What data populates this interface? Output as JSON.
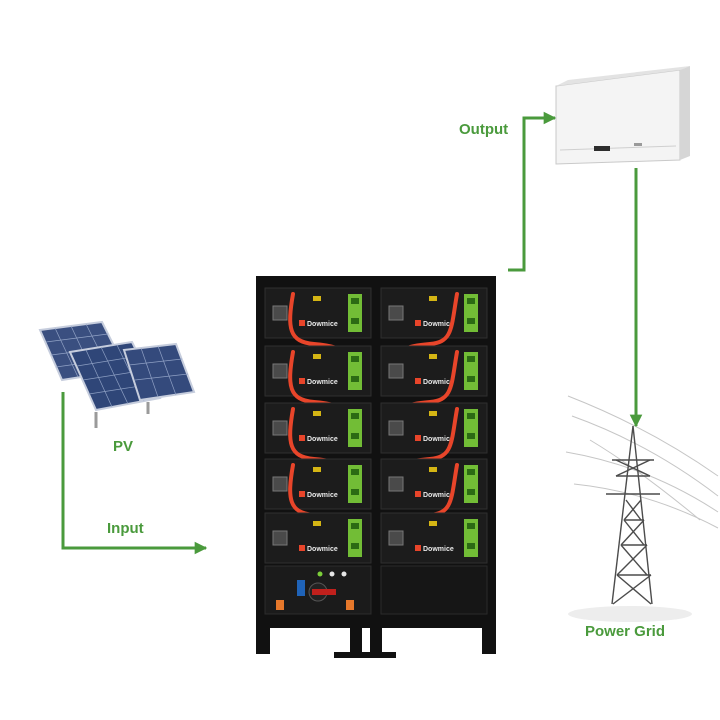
{
  "labels": {
    "pv": "PV",
    "input": "Input",
    "output": "Output",
    "power_grid": "Power Grid"
  },
  "battery": {
    "brand": "Dowmice"
  },
  "colors": {
    "accent_green": "#4a9a3c",
    "cabinet": "#111111",
    "module": "#1c1c1c",
    "cable": "#e8452a",
    "terminal_green": "#7ccf3a"
  },
  "icons": {
    "pv": "solar-panel-icon",
    "inverter": "inverter-icon",
    "grid": "transmission-tower-icon",
    "storage": "battery-cabinet-icon"
  }
}
